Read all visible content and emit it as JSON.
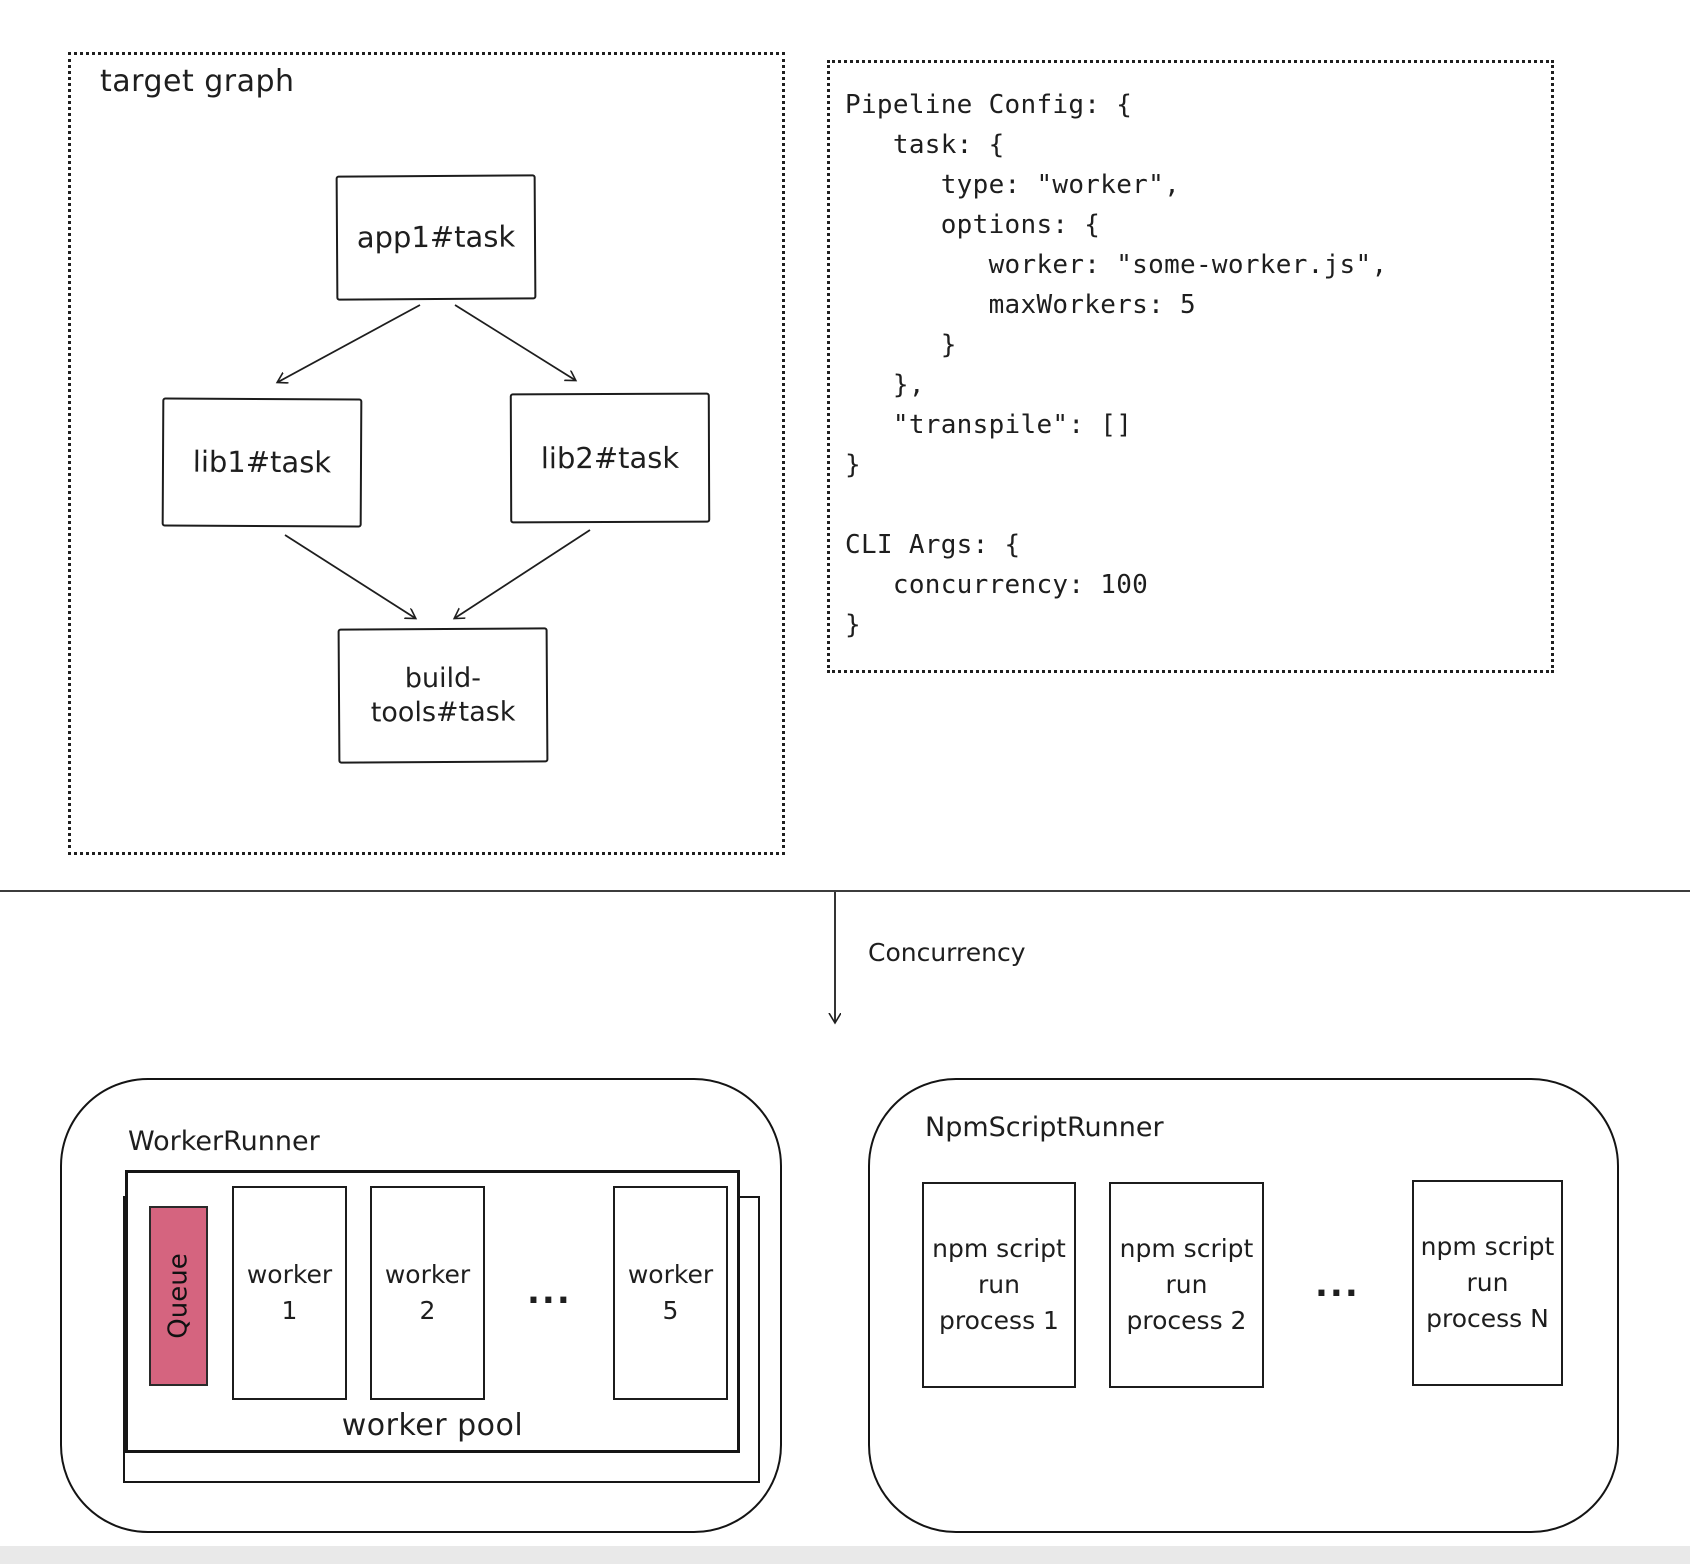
{
  "colors": {
    "stroke": "#1e1e1e",
    "queue_fill": "#d5647f",
    "divider": "#3c3c3c",
    "bottom_strip": "#e9e9e9"
  },
  "target_graph": {
    "label": "target graph",
    "nodes": {
      "app1": {
        "label": "app1#task"
      },
      "lib1": {
        "label": "lib1#task"
      },
      "lib2": {
        "label": "lib2#task"
      },
      "build_tools": {
        "label": "build-tools#task"
      }
    },
    "edges": [
      "app1#task -> lib1#task",
      "app1#task -> lib2#task",
      "lib1#task -> build-tools#task",
      "lib2#task -> build-tools#task"
    ]
  },
  "pipeline_config": {
    "lines": [
      "Pipeline Config: {",
      "   task: {",
      "      type: \"worker\",",
      "      options: {",
      "         worker: \"some-worker.js\",",
      "         maxWorkers: 5",
      "      }",
      "   },",
      "   \"transpile\": []",
      "}",
      "",
      "CLI Args: {",
      "   concurrency: 100",
      "}"
    ]
  },
  "flow": {
    "label": "Concurrency"
  },
  "worker_runner": {
    "title": "WorkerRunner",
    "queue": {
      "label": "Queue"
    },
    "workers": [
      {
        "line1": "worker",
        "line2": "1"
      },
      {
        "line1": "worker",
        "line2": "2"
      },
      {
        "line1": "worker",
        "line2": "5"
      }
    ],
    "ellipsis": "...",
    "pool_label": "worker pool"
  },
  "npm_script_runner": {
    "title": "NpmScriptRunner",
    "processes": [
      {
        "line1": "npm script",
        "line2": "run",
        "line3": "process 1"
      },
      {
        "line1": "npm script",
        "line2": "run",
        "line3": "process 2"
      },
      {
        "line1": "npm script",
        "line2": "run",
        "line3": "process N"
      }
    ],
    "ellipsis": "..."
  }
}
